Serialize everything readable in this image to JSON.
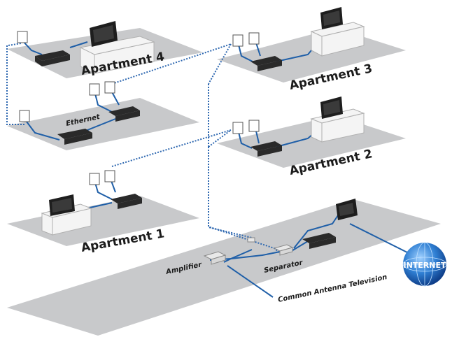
{
  "labels": {
    "apartment_4": "Apartment 4",
    "apartment_3": "Apartment 3",
    "apartment_2": "Apartment 2",
    "apartment_1": "Apartment 1",
    "ethernet": "Ethernet",
    "amplifier": "Amplifier",
    "separator": "Separator",
    "antenna": "Common Antenna Television",
    "internet": "INTERNET"
  },
  "colors": {
    "floor": "#c7c8ca",
    "cable_blue": "#1f5fa8",
    "coax_dotted": "#2d67b0",
    "device": "#2a2a2a",
    "desk": "#f2f2f2",
    "globe": "#2f7fd3"
  }
}
